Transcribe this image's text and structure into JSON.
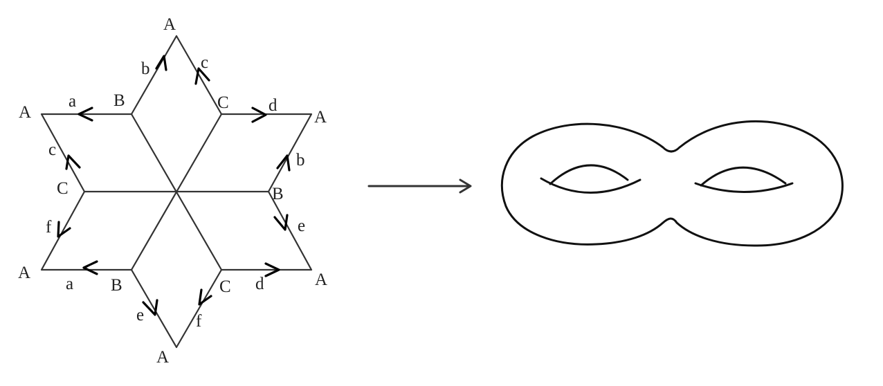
{
  "left_figure": {
    "vertex_labels": [
      "A",
      "A",
      "A",
      "A",
      "A",
      "A",
      "B",
      "B",
      "B",
      "C",
      "C",
      "C"
    ],
    "edge_labels": [
      "a",
      "b",
      "c",
      "d",
      "b",
      "e",
      "f",
      "e",
      "f",
      "d",
      "a",
      "c"
    ]
  },
  "center_arrow": {},
  "right_figure": {}
}
